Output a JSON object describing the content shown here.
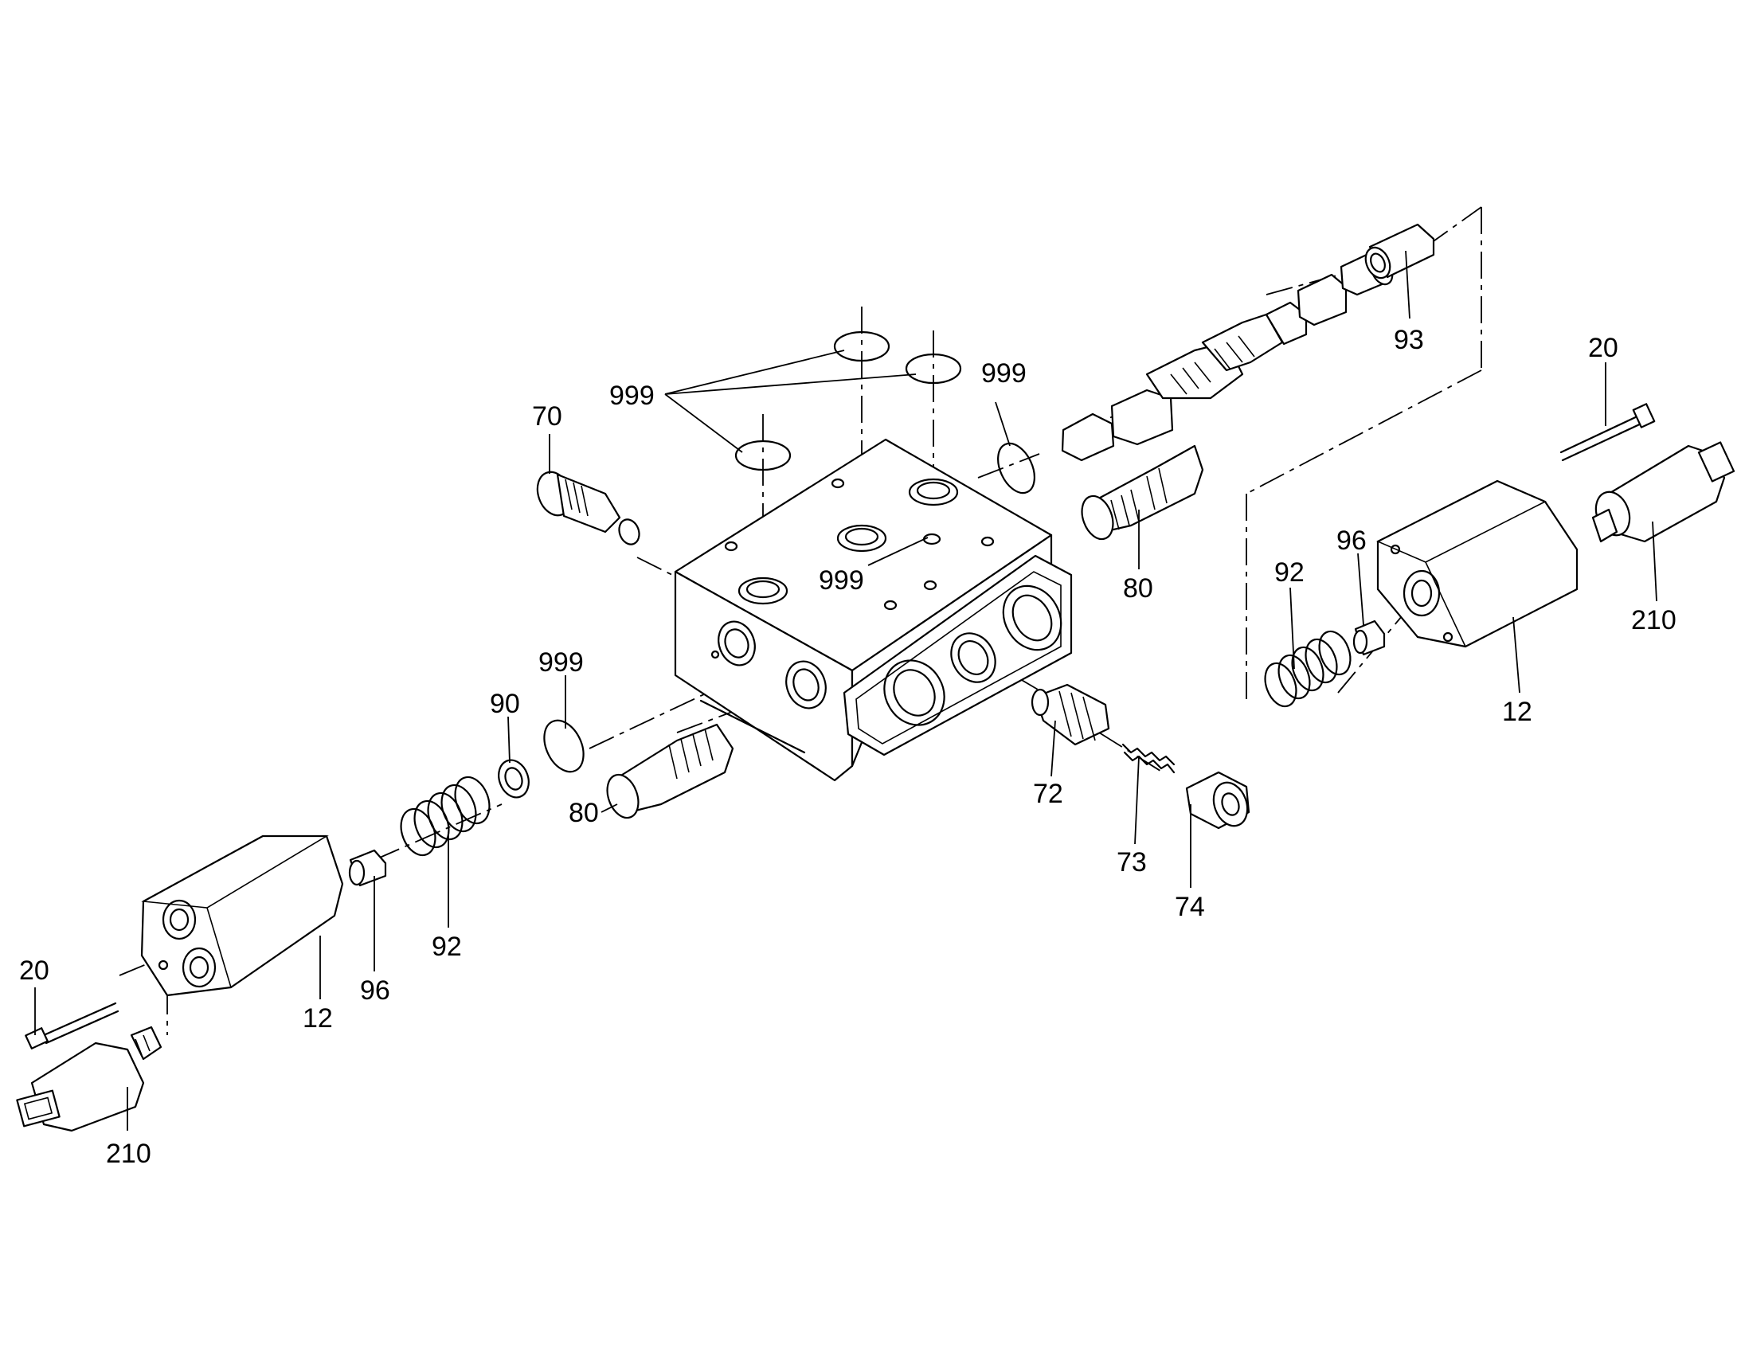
{
  "labels": [
    {
      "id": "l999a",
      "text": "999"
    },
    {
      "id": "l70",
      "text": "70"
    },
    {
      "id": "l999b",
      "text": "999"
    },
    {
      "id": "l999c",
      "text": "999"
    },
    {
      "id": "l93",
      "text": "93"
    },
    {
      "id": "l80a",
      "text": "80"
    },
    {
      "id": "l20r",
      "text": "20"
    },
    {
      "id": "l96r",
      "text": "96"
    },
    {
      "id": "l92r",
      "text": "92"
    },
    {
      "id": "l210r",
      "text": "210"
    },
    {
      "id": "l12r",
      "text": "12"
    },
    {
      "id": "l999d",
      "text": "999"
    },
    {
      "id": "l90",
      "text": "90"
    },
    {
      "id": "l80b",
      "text": "80"
    },
    {
      "id": "l72",
      "text": "72"
    },
    {
      "id": "l73",
      "text": "73"
    },
    {
      "id": "l74",
      "text": "74"
    },
    {
      "id": "l92l",
      "text": "92"
    },
    {
      "id": "l96l",
      "text": "96"
    },
    {
      "id": "l12l",
      "text": "12"
    },
    {
      "id": "l20l",
      "text": "20"
    },
    {
      "id": "l210l",
      "text": "210"
    }
  ]
}
